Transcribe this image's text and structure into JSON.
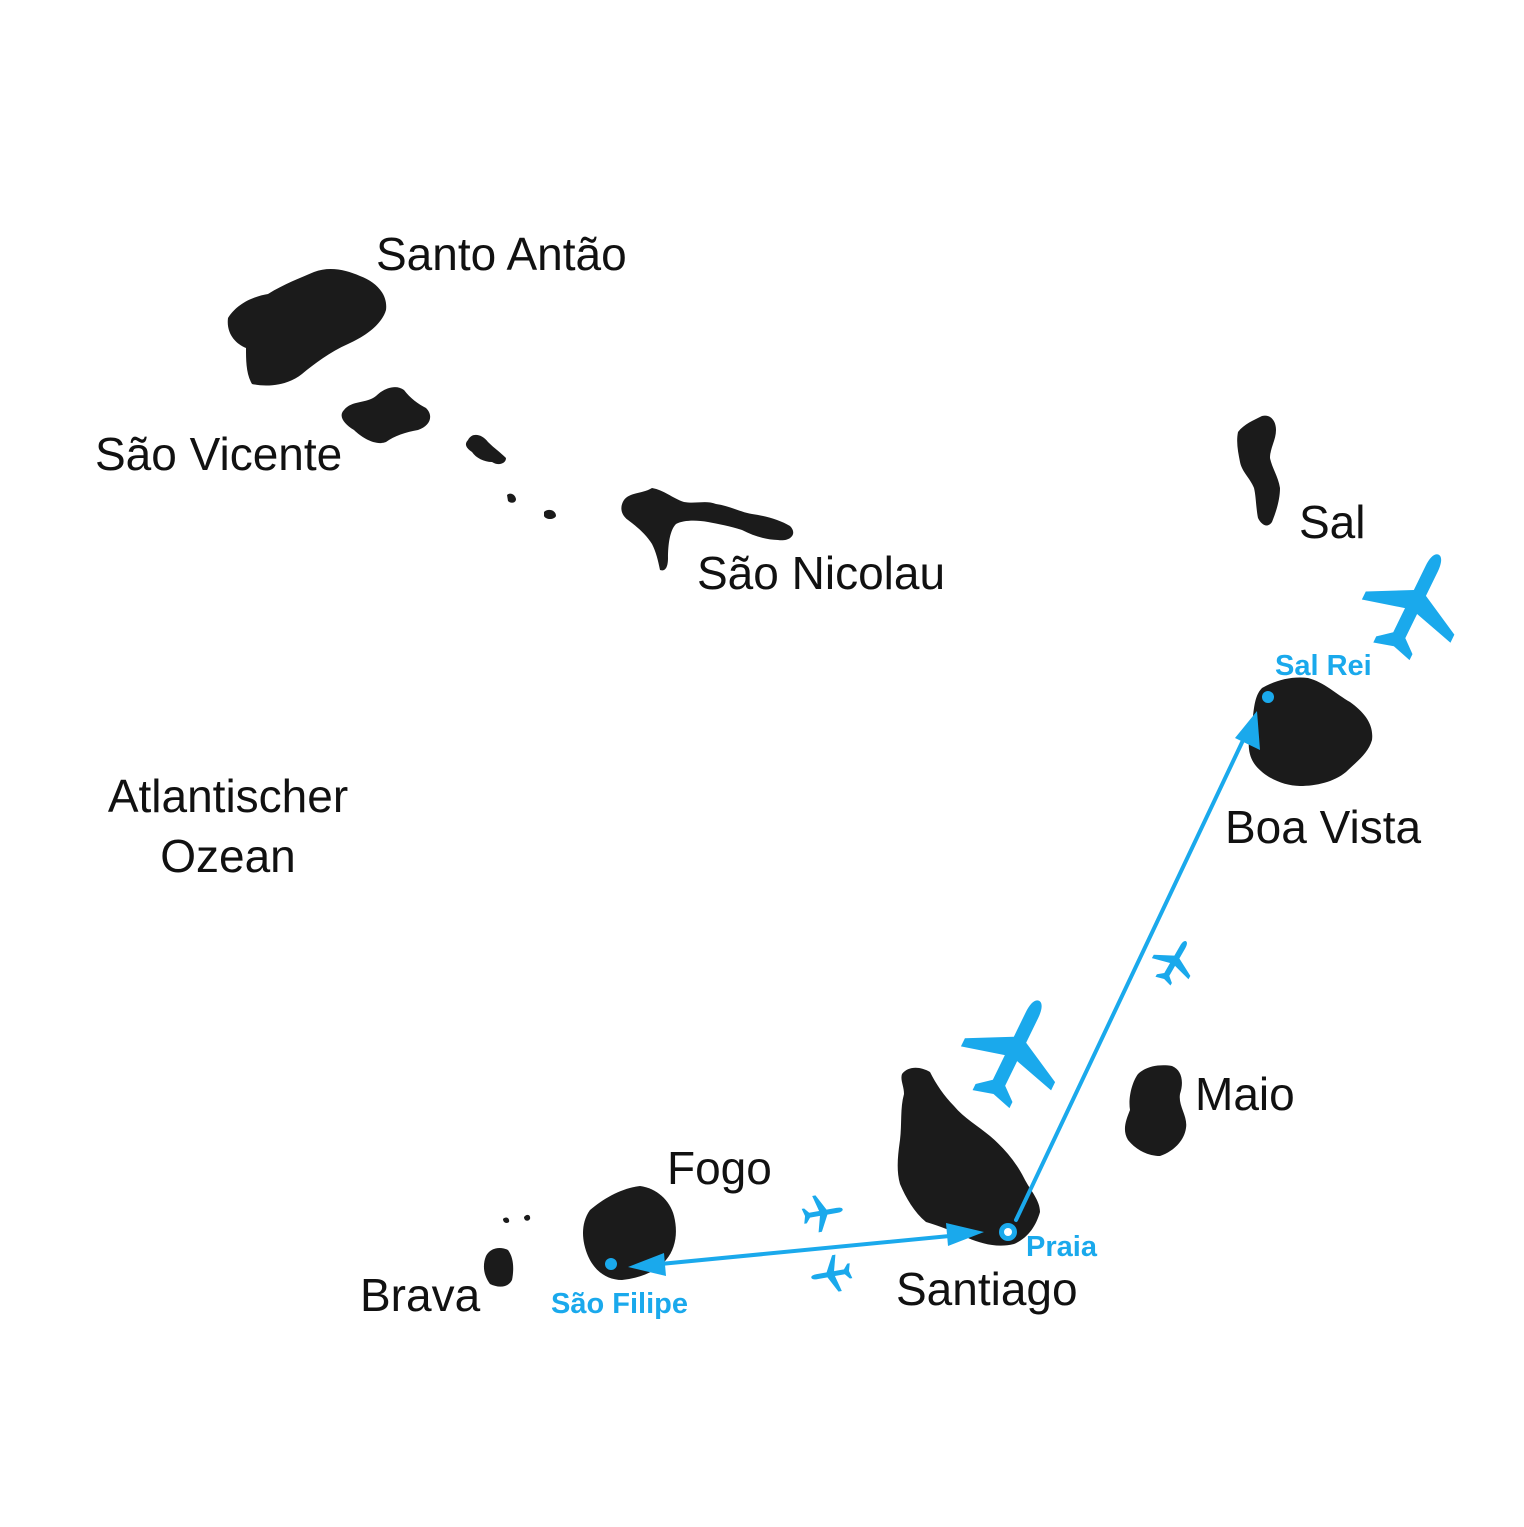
{
  "colors": {
    "land": "#1b1b1b",
    "route": "#1aa9ec",
    "text": "#111111",
    "background": "#ffffff"
  },
  "islands": {
    "santo_antao": "Santo Antão",
    "sao_vicente": "São Vicente",
    "sao_nicolau": "São Nicolau",
    "sal": "Sal",
    "boa_vista": "Boa Vista",
    "maio": "Maio",
    "santiago": "Santiago",
    "fogo": "Fogo",
    "brava": "Brava"
  },
  "ocean": {
    "line1": "Atlantischer",
    "line2": "Ozean"
  },
  "towns": {
    "sal_rei": "Sal Rei",
    "praia": "Praia",
    "sao_filipe": "São Filipe"
  },
  "routes": [
    {
      "from": "Praia",
      "to": "Sal Rei"
    },
    {
      "from": "Praia",
      "to": "São Filipe"
    }
  ],
  "icons": [
    "airplane-icon",
    "airport-dot-icon"
  ]
}
